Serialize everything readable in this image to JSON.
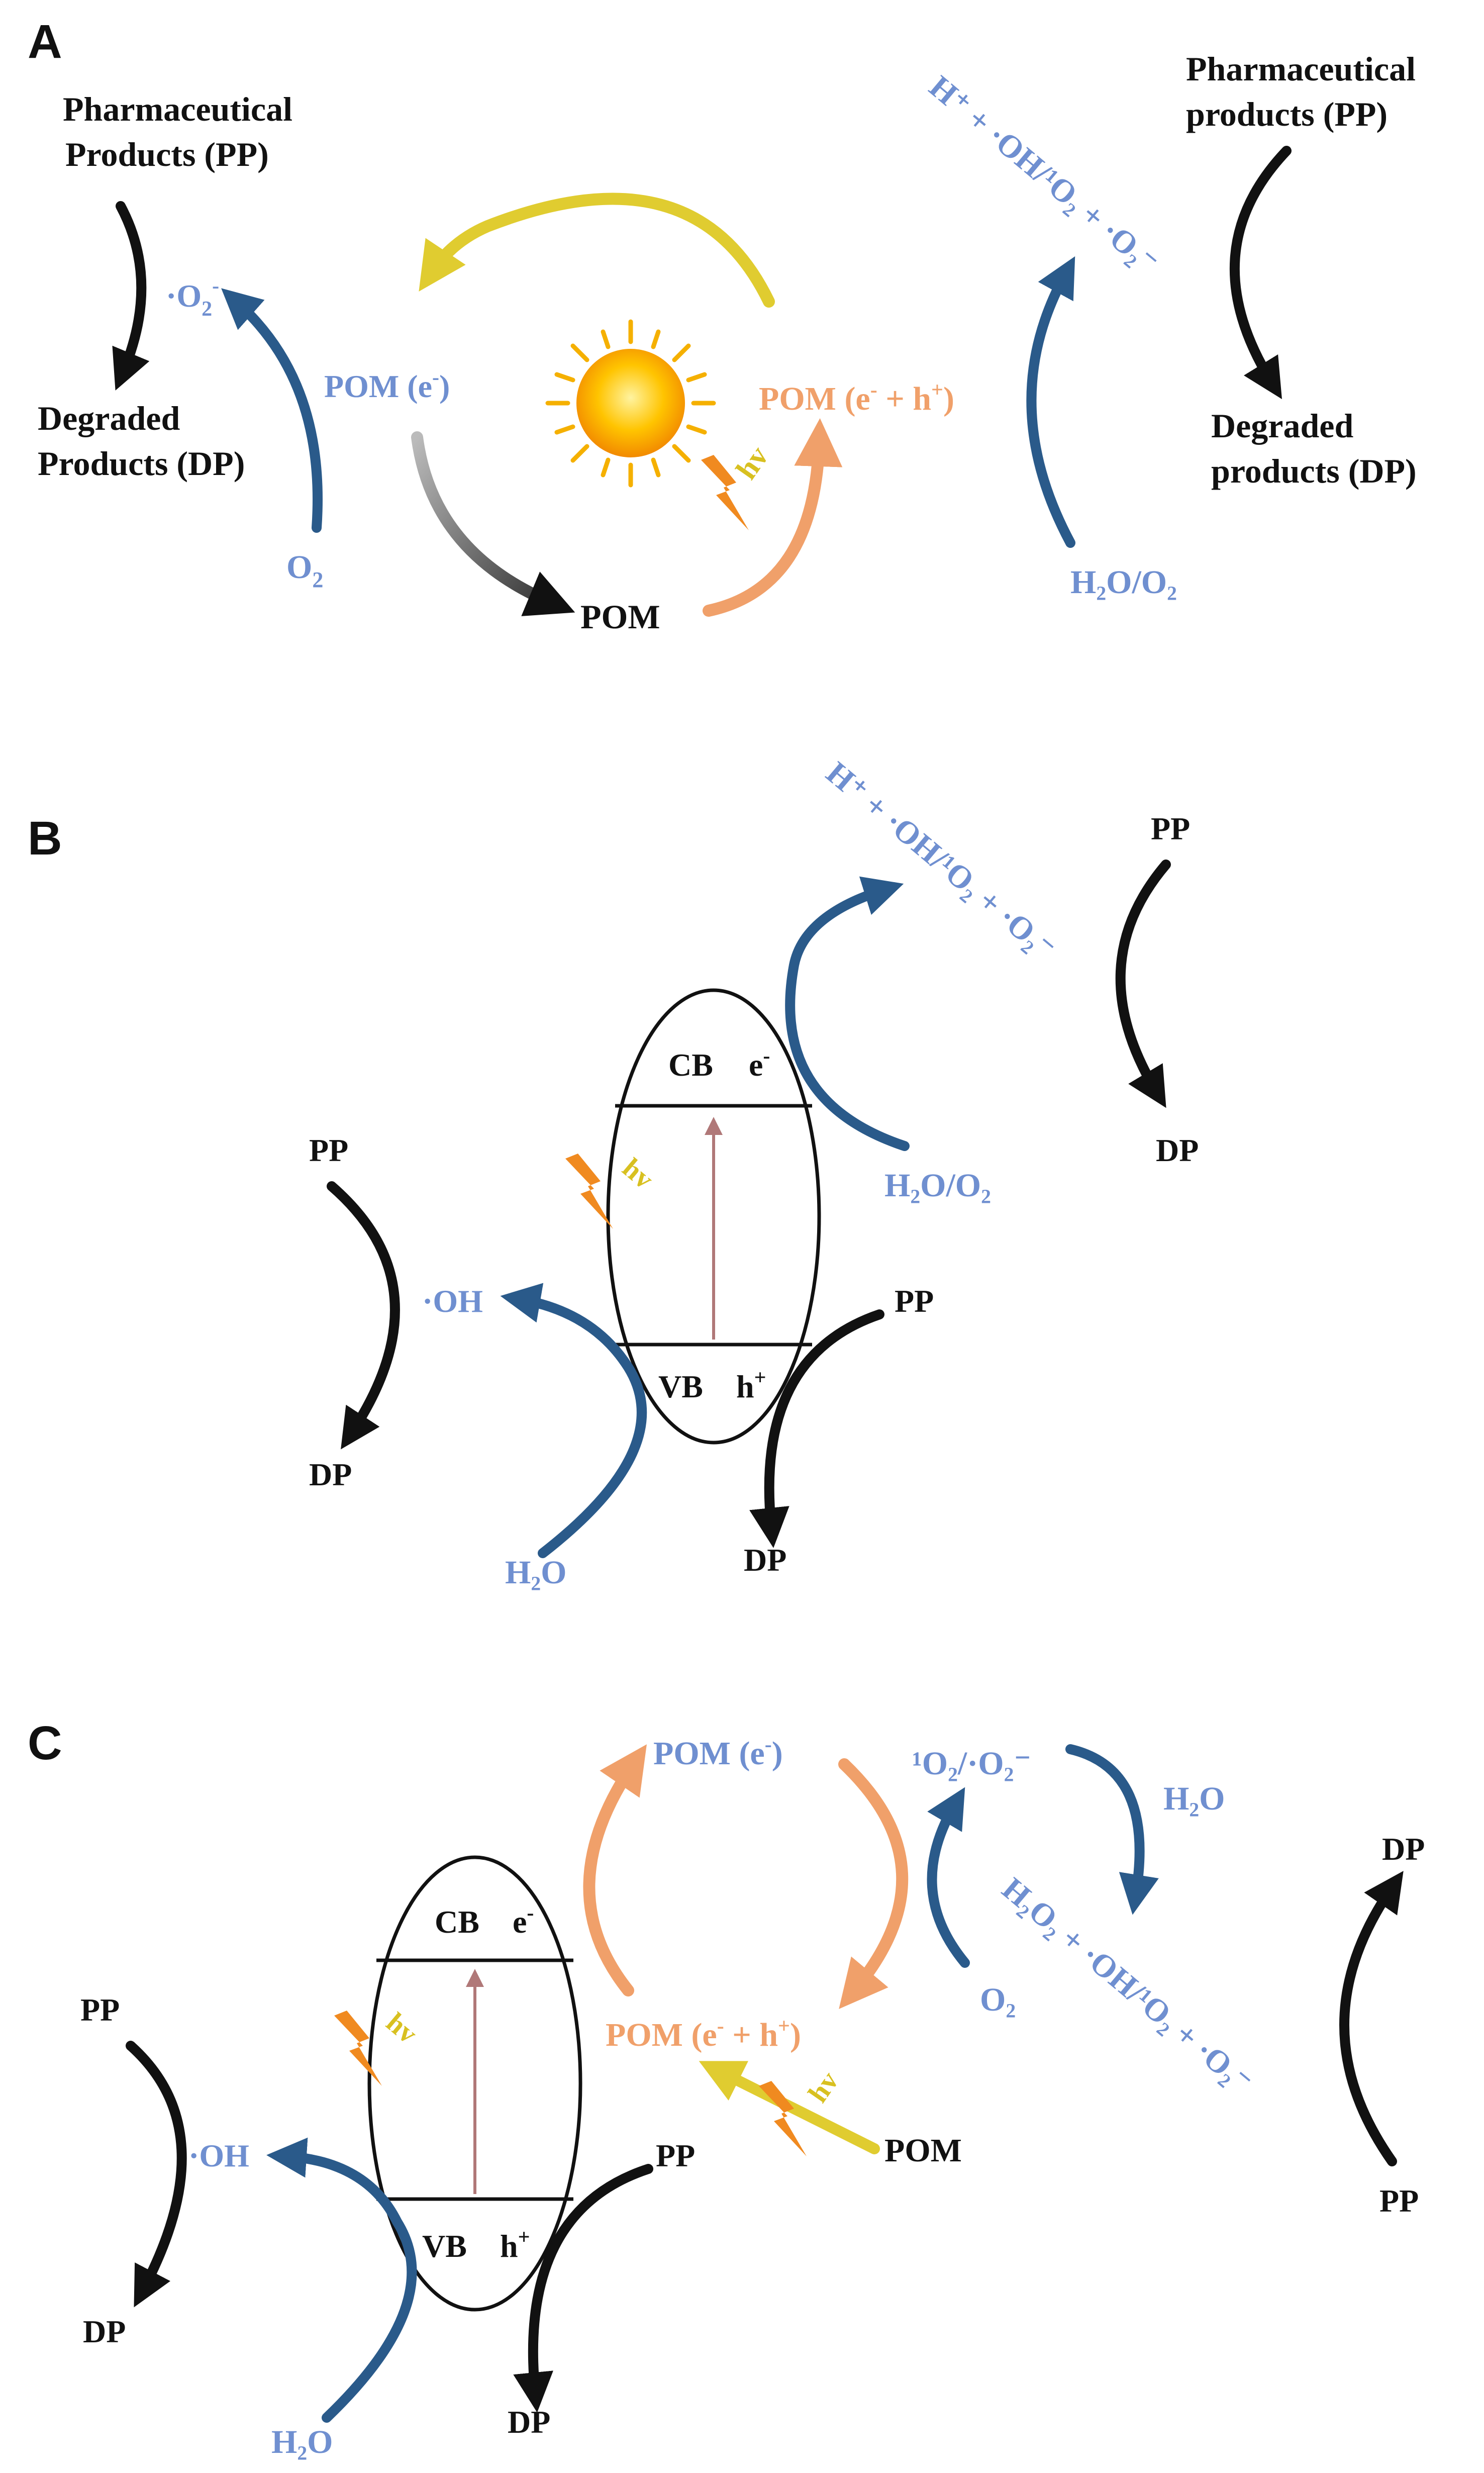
{
  "panels": {
    "a": {
      "letter": "A",
      "pp_left_1": "Pharmaceutical",
      "pp_left_2": "Products (PP)",
      "dp_left_1": "Degraded",
      "dp_left_2": "Products (DP)",
      "superoxide": "·O",
      "superoxide_sub": "2",
      "superoxide_sup": "-",
      "pom_e": "POM (e",
      "pom_e_sup": "-",
      "pom_e_close": ")",
      "o2": "O",
      "o2_sub": "2",
      "pom": "POM",
      "hv": "hv",
      "pom_eh": "POM (e",
      "pom_eh_sup1": "-",
      "pom_eh_mid": " + h",
      "pom_eh_sup2": "+",
      "pom_eh_close": ")",
      "ros": "H⁺ + ·OH/¹O₂ + ·O₂⁻",
      "h2o_o2": "H₂O/O₂",
      "pp_right_1": "Pharmaceutical",
      "pp_right_2": "products (PP)",
      "dp_right_1": "Degraded",
      "dp_right_2": "products (DP)"
    },
    "b": {
      "letter": "B",
      "cb": "CB",
      "e": "e",
      "e_sup": "-",
      "vb": "VB",
      "h": "h",
      "h_sup": "+",
      "hv": "hv",
      "ros": "H⁺ + ·OH/¹O₂ + ·O₂⁻",
      "h2o_o2": "H₂O/O₂",
      "oh": "·OH",
      "h2o": "H₂O",
      "pp_left": "PP",
      "dp_left": "DP",
      "pp_center": "PP",
      "dp_center": "DP",
      "pp_right": "PP",
      "dp_right": "DP"
    },
    "c": {
      "letter": "C",
      "cb": "CB",
      "e": "e",
      "e_sup": "-",
      "vb": "VB",
      "h": "h",
      "h_sup": "+",
      "hv_band": "hv",
      "pom_e": "POM (e",
      "pom_e_sup": "-",
      "pom_e_close": ")",
      "pom_eh": "POM (e",
      "pom_eh_sup1": "-",
      "pom_eh_mid": " + h",
      "pom_eh_sup2": "+",
      "pom_eh_close": ")",
      "pom": "POM",
      "hv_pom": "hv",
      "singlet_superoxide": "¹O₂/·O₂⁻",
      "h2o_top": "H₂O",
      "o2": "O₂",
      "ros": "H₂O₂ + ·OH/¹O₂ + ·O₂⁻",
      "oh": "·OH",
      "h2o": "H₂O",
      "pp_left": "PP",
      "dp_left": "DP",
      "pp_center": "PP",
      "dp_center": "DP",
      "dp_right": "DP",
      "pp_right": "PP"
    }
  },
  "colors": {
    "black": "#111111",
    "blue_arrow": "#2a5a8a",
    "blue_text": "#6f8fd0",
    "orange": "#f0a06a",
    "orange_text": "#f0a06a",
    "yellow": "#e0cc30",
    "hv_text": "#d8c020",
    "band_arrow": "#b07878",
    "sun": "#f5b000"
  }
}
